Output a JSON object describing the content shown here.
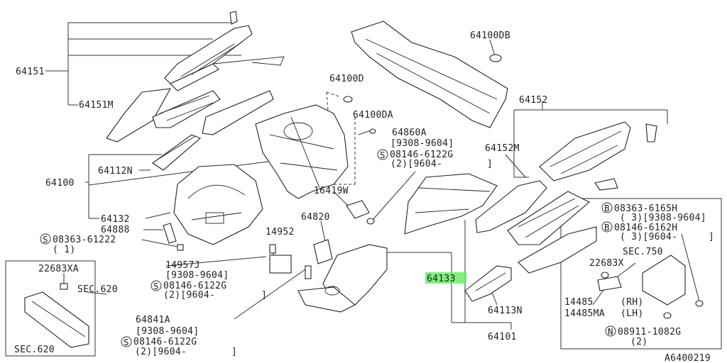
{
  "labels": {
    "p64151": "64151",
    "p64151M": "64151M",
    "p64112N": "64112N",
    "p64100": "64100",
    "p64132": "64132",
    "p64888": "64888",
    "s08363_61222": "08363-61222",
    "q1": "( 1)",
    "p64100DB": "64100DB",
    "p64100D": "64100D",
    "p64100DA": "64100DA",
    "p64860A": "64860A",
    "r9308_9604_a": "[9308-9604]",
    "s08146_6122G_a": "08146-6122G",
    "r2_9604_a": "(2)[9604-",
    "br_a": "]",
    "p16419W": "16419W",
    "p64820": "64820",
    "p14952": "14952",
    "p14957J": "14957J",
    "r9308_9604_b": "[9308-9604]",
    "s08146_6122G_b": "08146-6122G",
    "r2_9604_b": "(2)[9604-",
    "br_b": "]",
    "p64841A": "64841A",
    "r9308_9604_c": "[9308-9604]",
    "s08146_6122G_c": "08146-6122G",
    "r2_9604_c": "(2)[9604-",
    "br_c": "]",
    "p64133": "64133",
    "p64152": "64152",
    "p64152M": "64152M",
    "p64113N": "64113N",
    "p64101": "64101",
    "p22683XA": "22683XA",
    "sec620a": "SEC.620",
    "sec620b": "SEC.620",
    "b08363_6165H": "08363-6165H",
    "r3_9308": "( 3)[9308-9604]",
    "b08146_6162H": "08146-6162H",
    "r3_9604": "( 3)[9604-",
    "br_d": "]",
    "sec750": "SEC.750",
    "p22683X": "22683X",
    "p14485": "14485",
    "rh": "(RH)",
    "p14485MA": "14485MA",
    "lh": "(LH)",
    "n08911_1082G": "08911-1082G",
    "q2": "(2)",
    "ref": "A6400219"
  },
  "symbols": {
    "s": "S",
    "b": "B",
    "n": "N"
  },
  "highlight_color": "#66ee66"
}
